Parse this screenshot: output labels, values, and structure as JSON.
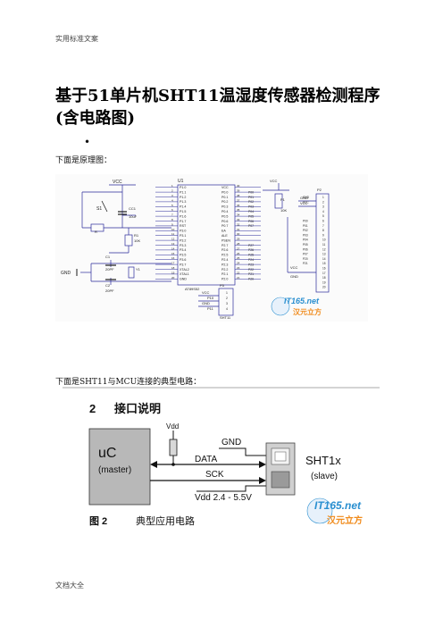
{
  "header": "实用标准文案",
  "title": "基于51单片机SHT11温湿度传感器检测程序(含电路图)",
  "bullet": "•",
  "text1": "下面是原理图：",
  "text2": "下面是SHT11与MCU连接的典型电路：",
  "footer": "文档大全",
  "fig1": {
    "vcc_top": "VCC",
    "s1": "S1",
    "r_label": "R",
    "cc1": "CC1",
    "cc1_val": "10uF",
    "r1": "R1",
    "r1_val": "10K",
    "y1": "Y1",
    "c1": "C1",
    "c2": "C2",
    "c1_val": "20PF",
    "c2_val": "20PF",
    "gnd_left": "GND",
    "u1": "U1",
    "chip": "AT89S52",
    "left_pins": [
      "P1.0",
      "P1.1",
      "P1.2",
      "P1.3",
      "P1.4",
      "P1.5",
      "P1.6",
      "P1.7",
      "RST",
      "P3.0",
      "P3.1",
      "P3.2",
      "P3.3",
      "P3.4",
      "P3.5",
      "P3.6",
      "P3.7",
      "XTAL2",
      "XTAL1",
      "GND"
    ],
    "right_pins": [
      "VCC",
      "P0.0",
      "P0.1",
      "P0.2",
      "P0.3",
      "P0.4",
      "P0.5",
      "P0.6",
      "P0.7",
      "EA",
      "ALE",
      "PSEN",
      "P2.7",
      "P2.6",
      "P2.5",
      "P2.4",
      "P2.3",
      "P2.2",
      "P2.1",
      "P2.0"
    ],
    "left_nums": [
      "1",
      "2",
      "3",
      "4",
      "5",
      "6",
      "7",
      "8",
      "9",
      "10",
      "11",
      "12",
      "13",
      "14",
      "15",
      "16",
      "17",
      "18",
      "19",
      "20"
    ],
    "right_nums": [
      "40",
      "39",
      "38",
      "37",
      "36",
      "35",
      "34",
      "33",
      "32",
      "31",
      "30",
      "29",
      "28",
      "27",
      "26",
      "25",
      "24",
      "23",
      "22",
      "21"
    ],
    "p0_labels": [
      "P00",
      "P01",
      "P02",
      "P03",
      "P04",
      "P05",
      "P06",
      "P07"
    ],
    "p2_labels": [
      "P27",
      "P26",
      "P25",
      "P24",
      "P23",
      "P22",
      "P21",
      "P20"
    ],
    "rn_label": "P1",
    "rn_val": "10K",
    "vcc_right": "VCC",
    "gnd_right": "GND",
    "vcc_right2": "VCC",
    "lcd_label": "P2",
    "lcd_nums": [
      "1",
      "2",
      "3",
      "4",
      "5",
      "6",
      "7",
      "8",
      "9",
      "10",
      "11",
      "12",
      "13",
      "14",
      "15",
      "16",
      "17",
      "18",
      "19",
      "20"
    ],
    "lcd_sig": [
      "GND",
      "VCC",
      "",
      "",
      "",
      "P00",
      "P01",
      "P02",
      "P03",
      "P04",
      "P05",
      "P06",
      "P07",
      "P20",
      "P21",
      "",
      "",
      "",
      "",
      ""
    ],
    "lcd_bottom_vcc": "VCC",
    "lcd_bottom_gnd": "GND",
    "sht_label": "P5",
    "sht_nums": [
      "1",
      "2",
      "3",
      "4"
    ],
    "sht_vcc": "VCC",
    "sht_gnd": "GND",
    "sht_p10": "P10",
    "sht_p11": "P11",
    "sht_name": "SHT11",
    "watermark_brand": "IT165.net",
    "watermark_cn": "汉元立方"
  },
  "fig2": {
    "section_num": "2",
    "section_title": "接口说明",
    "mcu": "uC",
    "mcu_sub": "(master)",
    "vdd": "Vdd",
    "gnd": "GND",
    "data": "DATA",
    "sck": "SCK",
    "vdd_range": "Vdd 2.4 - 5.5V",
    "sensor": "SHT1x",
    "sensor_sub": "(slave)",
    "caption_num": "图 2",
    "caption": "典型应用电路",
    "watermark_brand": "IT165.net",
    "watermark_cn": "汉元立方"
  },
  "colors": {
    "wire": "#2a2a9a",
    "wire2": "#1a1a1a",
    "brand_blue": "#2a8fd0",
    "brand_orange": "#f08a1a",
    "sensor_grey": "#c8c8c8"
  }
}
